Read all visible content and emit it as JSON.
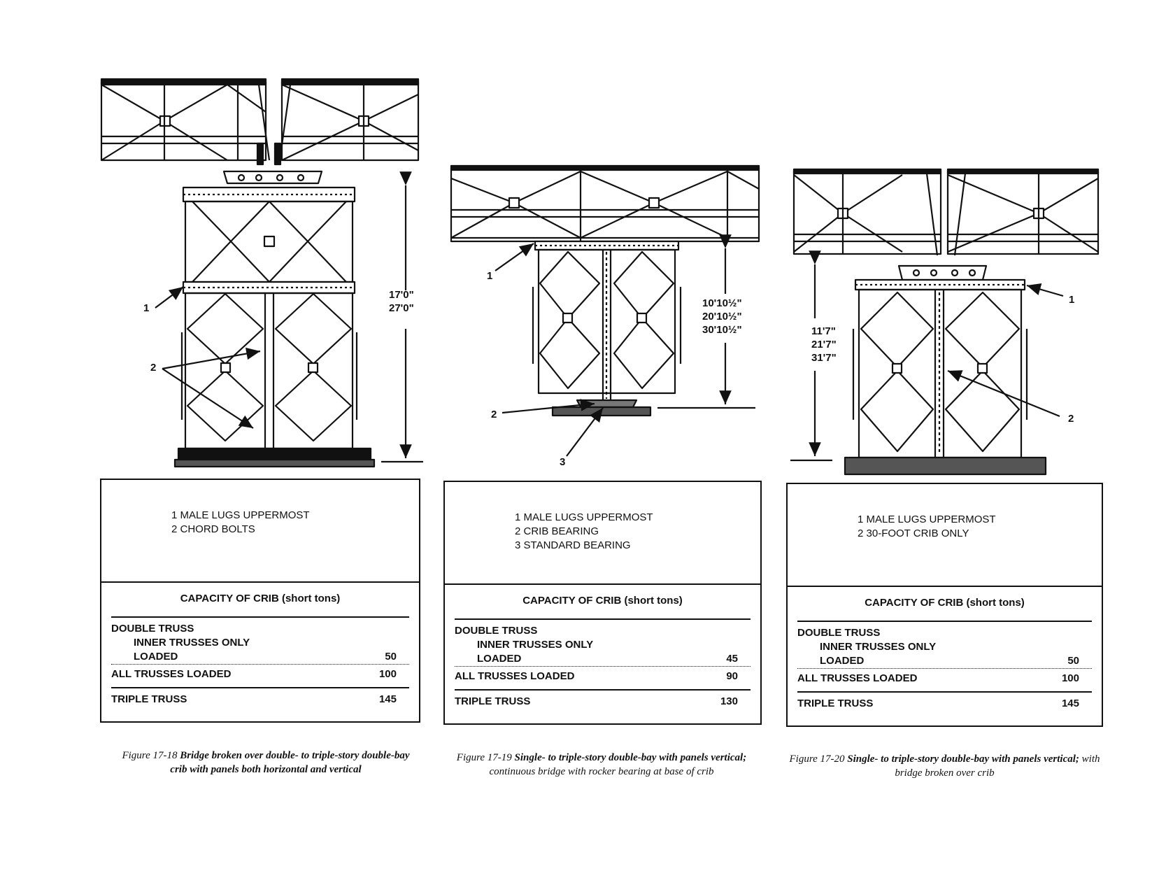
{
  "figures": [
    {
      "dimensions": [
        "17'0\"",
        "27'0\""
      ],
      "callouts": [
        "1",
        "2"
      ],
      "legend": [
        "1 MALE LUGS UPPERMOST",
        "2 CHORD BOLTS"
      ],
      "capacity": {
        "title": "CAPACITY OF CRIB (short tons)",
        "double_truss": "DOUBLE TRUSS",
        "inner_trusses_only": "INNER TRUSSES ONLY",
        "loaded": "LOADED",
        "loaded_value": "50",
        "all_trusses_loaded": "ALL TRUSSES LOADED",
        "all_trusses_value": "100",
        "triple_truss": "TRIPLE TRUSS",
        "triple_truss_value": "145"
      },
      "caption": {
        "number": "Figure 17-18",
        "bold": "Bridge broken over double- to triple-story double-bay crib with panels both horizontal and vertical",
        "rest": ""
      }
    },
    {
      "dimensions": [
        "10'10½\"",
        "20'10½\"",
        "30'10½\""
      ],
      "callouts": [
        "1",
        "2",
        "3"
      ],
      "legend": [
        "1 MALE LUGS UPPERMOST",
        "2 CRIB BEARING",
        "3 STANDARD BEARING"
      ],
      "capacity": {
        "title": "CAPACITY OF CRIB (short tons)",
        "double_truss": "DOUBLE TRUSS",
        "inner_trusses_only": "INNER TRUSSES ONLY",
        "loaded": "LOADED",
        "loaded_value": "45",
        "all_trusses_loaded": "ALL TRUSSES LOADED",
        "all_trusses_value": "90",
        "triple_truss": "TRIPLE TRUSS",
        "triple_truss_value": "130"
      },
      "caption": {
        "number": "Figure 17-19",
        "bold": "Single- to triple-story double-bay with panels vertical;",
        "rest": "continuous bridge with rocker bearing at base of crib"
      }
    },
    {
      "dimensions": [
        "11'7\"",
        "21'7\"",
        "31'7\""
      ],
      "callouts": [
        "1",
        "2"
      ],
      "legend": [
        "1 MALE LUGS UPPERMOST",
        "2 30-FOOT CRIB ONLY"
      ],
      "capacity": {
        "title": "CAPACITY OF CRIB (short tons)",
        "double_truss": "DOUBLE TRUSS",
        "inner_trusses_only": "INNER TRUSSES ONLY",
        "loaded": "LOADED",
        "loaded_value": "50",
        "all_trusses_loaded": "ALL TRUSSES LOADED",
        "all_trusses_value": "100",
        "triple_truss": "TRIPLE TRUSS",
        "triple_truss_value": "145"
      },
      "caption": {
        "number": "Figure 17-20",
        "bold": "Single- to triple-story double-bay with panels vertical;",
        "rest": "with bridge broken over crib"
      }
    }
  ]
}
